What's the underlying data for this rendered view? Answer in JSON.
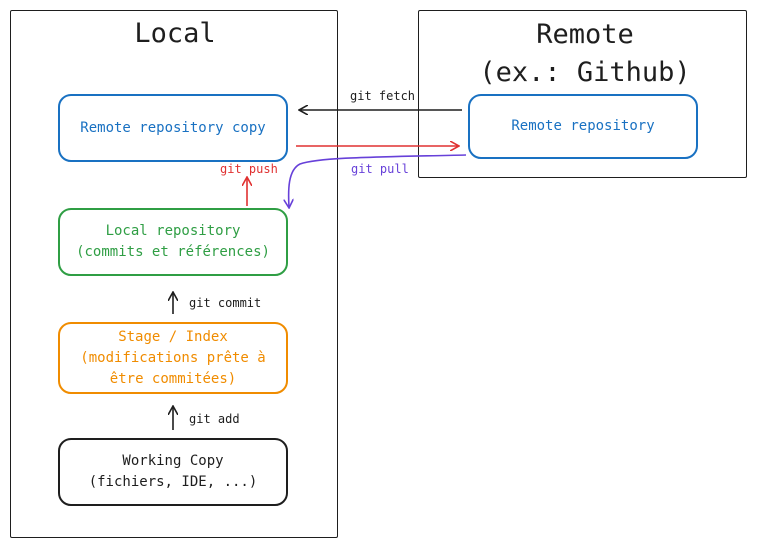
{
  "local": {
    "title": "Local"
  },
  "remote": {
    "title": "Remote\n(ex.: Github)"
  },
  "nodes": {
    "remote_copy": "Remote repository copy",
    "local_repo": "Local repository\n(commits et références)",
    "stage": "Stage / Index\n(modifications prête à\nêtre commitées)",
    "working": "Working Copy\n(fichiers, IDE, ...)",
    "remote_repo": "Remote repository"
  },
  "edges": {
    "fetch": "git fetch",
    "push": "git push",
    "pull": "git pull",
    "commit": "git commit",
    "add": "git add"
  },
  "colors": {
    "blue": "#1971c2",
    "green": "#2f9e44",
    "orange": "#f08c00",
    "black": "#1e1e1e",
    "red": "#e03131",
    "purple": "#6741d9"
  }
}
